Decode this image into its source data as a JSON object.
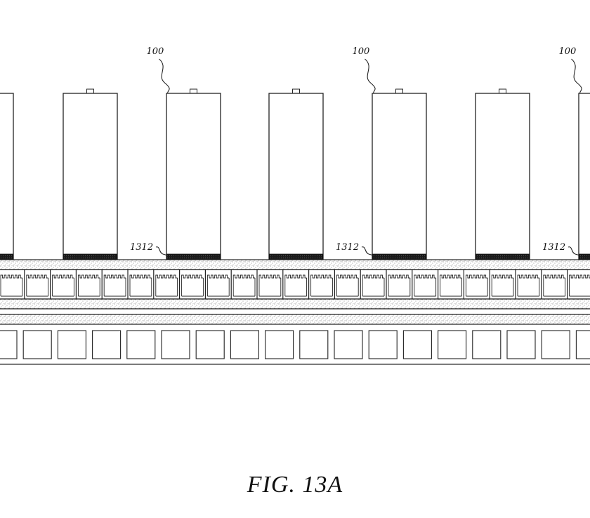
{
  "figure": {
    "caption": "FIG. 13A",
    "cell_label": "100",
    "pad_label": "1312"
  }
}
